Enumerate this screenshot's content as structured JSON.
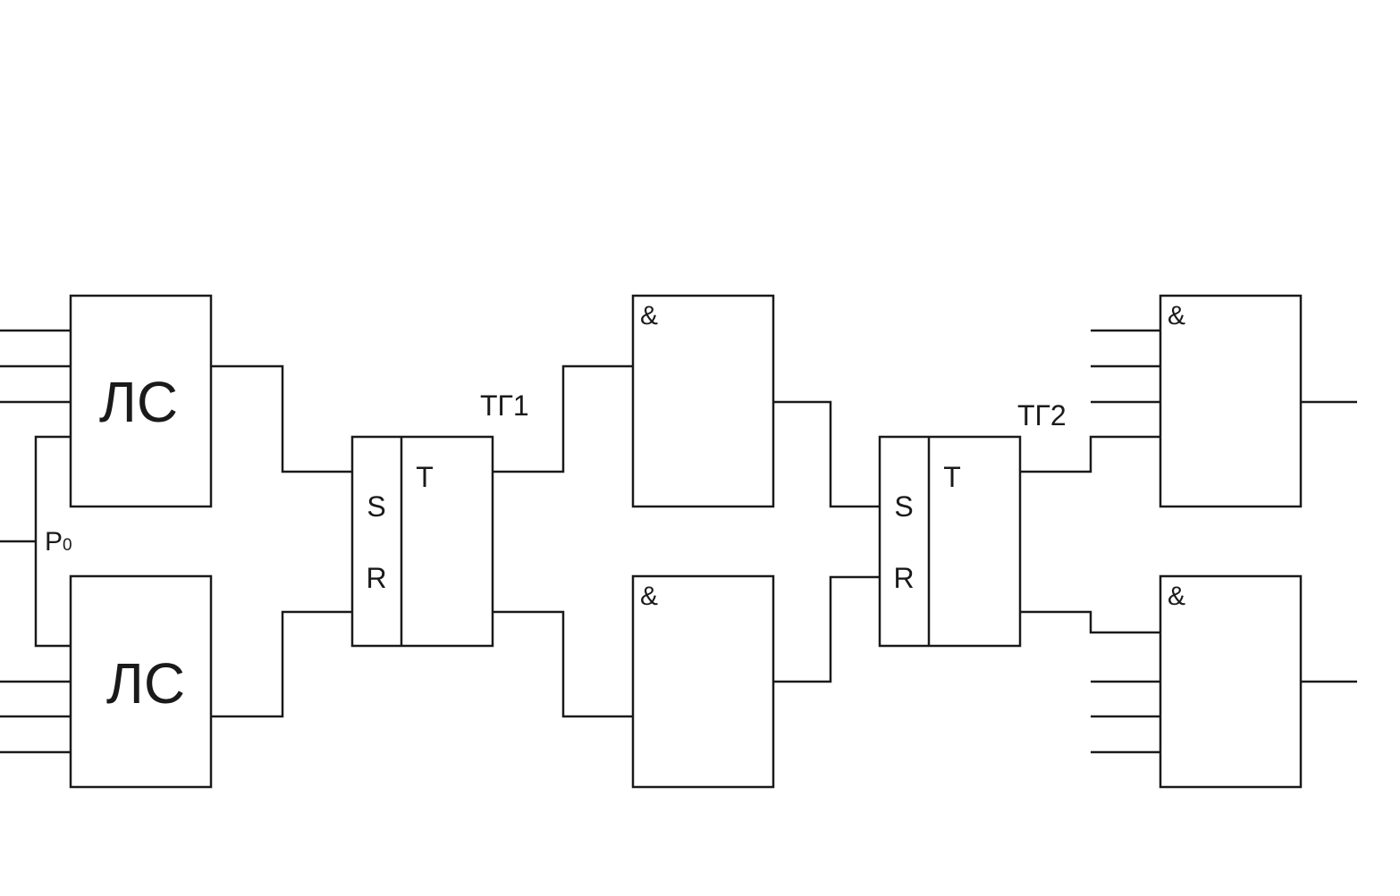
{
  "diagram": {
    "logic_circuit_label": "ЛС",
    "and_gate_label": "&",
    "trigger_1": {
      "label": "ТГ1",
      "s_pin": "S",
      "r_pin": "R",
      "t_pin": "T"
    },
    "trigger_2": {
      "label": "ТГ2",
      "s_pin": "S",
      "r_pin": "R",
      "t_pin": "T"
    },
    "reset_input": {
      "label": "P",
      "subscript": "0"
    }
  }
}
